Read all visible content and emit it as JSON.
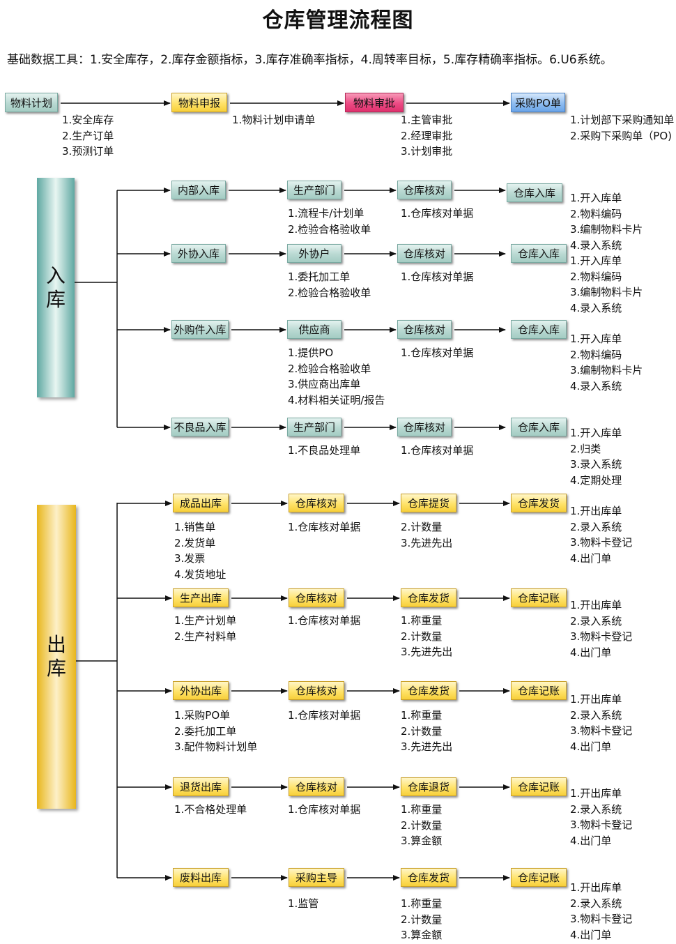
{
  "title": "仓库管理流程图",
  "subtitle": "基础数据工具：1.安全库存，2.库存金额指标，3.库存准确率指标，4.周转率目标，5.库存精确率指标。6.U6系统。",
  "colors": {
    "green_box": "#b9d9d2",
    "yellow_box": "#ffe36a",
    "pink_box": "#ec4b84",
    "blue_box": "#8fbdf0"
  },
  "top_flow": {
    "steps": [
      {
        "label": "物料计划",
        "notes": [
          "1.安全库存",
          "2.生产订单",
          "3.预测订单"
        ]
      },
      {
        "label": "物料申报",
        "notes": [
          "1.物料计划申请单"
        ]
      },
      {
        "label": "物料审批",
        "notes": [
          "1.主管审批",
          "2.经理审批",
          "3.计划审批"
        ]
      },
      {
        "label": "采购PO单",
        "notes": [
          "1.计划部下采购通知单",
          "2.采购下采购单（PO)"
        ]
      }
    ]
  },
  "inbound": {
    "label": "入\n库",
    "rows": [
      {
        "c1": "内部入库",
        "c2": "生产部门",
        "c3": "仓库核对",
        "c4": "仓库入库",
        "n1": [],
        "n2": [
          "1.流程卡/计划单",
          "2.检验合格验收单"
        ],
        "n3": [
          "1.仓库核对单据"
        ],
        "n4": [
          "1.开入库单",
          "2.物料编码",
          "3.编制物料卡片",
          "4.录入系统"
        ]
      },
      {
        "c1": "外协入库",
        "c2": "外协户",
        "c3": "仓库核对",
        "c4": "仓库入库",
        "n1": [],
        "n2": [
          "1.委托加工单",
          "2.检验合格验收单"
        ],
        "n3": [
          "1.仓库核对单据"
        ],
        "n4": [
          "1.开入库单",
          "2.物料编码",
          "3.编制物料卡片",
          "4.录入系统"
        ]
      },
      {
        "c1": "外购件入库",
        "c2": "供应商",
        "c3": "仓库核对",
        "c4": "仓库入库",
        "n1": [],
        "n2": [
          "1.提供PO",
          "2.检验合格验收单",
          "3.供应商出库单",
          "4.材料相关证明/报告"
        ],
        "n3": [
          "1.仓库核对单据"
        ],
        "n4": [
          "1.开入库单",
          "2.物料编码",
          "3.编制物料卡片",
          "4.录入系统"
        ]
      },
      {
        "c1": "不良品入库",
        "c2": "生产部门",
        "c3": "仓库核对",
        "c4": "仓库入库",
        "n1": [],
        "n2": [
          "1.不良品处理单"
        ],
        "n3": [
          "1.仓库核对单据"
        ],
        "n4": [
          "1.开入库单",
          "2.归类",
          "3.录入系统",
          "4.定期处理"
        ]
      }
    ]
  },
  "outbound": {
    "label": "出\n库",
    "rows": [
      {
        "c1": "成品出库",
        "c2": "仓库核对",
        "c3": "仓库提货",
        "c4": "仓库发货",
        "n1": [
          "1.销售单",
          "2.发货单",
          "3.发票",
          "4.发货地址"
        ],
        "n2": [
          "1.仓库核对单据"
        ],
        "n3": [
          "2.计数量",
          "3.先进先出"
        ],
        "n4": [
          "1.开出库单",
          "2.录入系统",
          "3.物料卡登记",
          "4.出门单"
        ]
      },
      {
        "c1": "生产出库",
        "c2": "仓库核对",
        "c3": "仓库发货",
        "c4": "仓库记账",
        "n1": [
          "1.生产计划单",
          "2.生产衬料单"
        ],
        "n2": [
          "1.仓库核对单据"
        ],
        "n3": [
          "1.称重量",
          "2.计数量",
          "3.先进先出"
        ],
        "n4": [
          "1.开出库单",
          "2.录入系统",
          "3.物料卡登记",
          "4.出门单"
        ]
      },
      {
        "c1": "外协出库",
        "c2": "仓库核对",
        "c3": "仓库发货",
        "c4": "仓库记账",
        "n1": [
          "1.采购PO单",
          "2.委托加工单",
          "3.配件物料计划单"
        ],
        "n2": [
          "1.仓库核对单据"
        ],
        "n3": [
          "1.称重量",
          "2.计数量",
          "3.先进先出"
        ],
        "n4": [
          "1.开出库单",
          "2.录入系统",
          "3.物料卡登记",
          "4.出门单"
        ]
      },
      {
        "c1": "退货出库",
        "c2": "仓库核对",
        "c3": "仓库退货",
        "c4": "仓库记账",
        "n1": [
          "1.不合格处理单"
        ],
        "n2": [
          "1.仓库核对单据"
        ],
        "n3": [
          "1.称重量",
          "2.计数量",
          "3.算金额"
        ],
        "n4": [
          "1.开出库单",
          "2.录入系统",
          "3.物料卡登记",
          "4.出门单"
        ]
      },
      {
        "c1": "废料出库",
        "c2": "采购主导",
        "c3": "仓库发货",
        "c4": "仓库记账",
        "n1": [],
        "n2": [
          "1.监管"
        ],
        "n3": [
          "1.称重量",
          "2.计数量",
          "3.算金额"
        ],
        "n4": [
          "1.开出库单",
          "2.录入系统",
          "3.物料卡登记",
          "4.出门单"
        ]
      }
    ]
  }
}
